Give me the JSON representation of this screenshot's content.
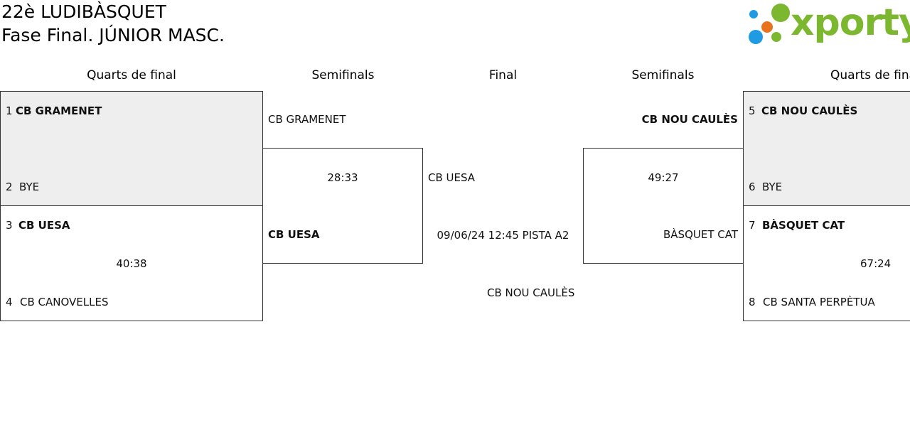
{
  "header": {
    "title_line1": "22è LUDIBÀSQUET",
    "title_line2": "Fase Final. JÚNIOR MASC."
  },
  "logo": {
    "text": "xporty",
    "colors": {
      "green": "#7cb82f",
      "blue": "#1e9be3",
      "orange": "#e8731c"
    }
  },
  "rounds": {
    "left_quarters": "Quarts de final",
    "left_semis": "Semifinals",
    "final": "Final",
    "right_semis": "Semifinals",
    "right_quarters": "Quarts de final"
  },
  "quarters": [
    {
      "top_seed": "1",
      "top_team": "CB GRAMENET",
      "bottom_seed": "2",
      "bottom_team": "BYE",
      "score": ""
    },
    {
      "top_seed": "3",
      "top_team": "CB UESA",
      "bottom_seed": "4",
      "bottom_team": "CB CANOVELLES",
      "score": "40:38"
    },
    {
      "top_seed": "5",
      "top_team": "CB NOU CAULÈS",
      "bottom_seed": "6",
      "bottom_team": "BYE",
      "score": ""
    },
    {
      "top_seed": "7",
      "top_team": "BÀSQUET CAT",
      "bottom_seed": "8",
      "bottom_team": "CB SANTA PERPÈTUA",
      "score": "67:24"
    }
  ],
  "semis": [
    {
      "top_team": "CB GRAMENET",
      "bottom_team": "CB UESA",
      "score": "28:33"
    },
    {
      "top_team": "CB NOU CAULÈS",
      "bottom_team": "BÀSQUET CAT",
      "score": "49:27"
    }
  ],
  "final": {
    "top_team": "CB UESA",
    "schedule": "09/06/24 12:45 PISTA A2",
    "bottom_team": "CB NOU CAULÈS"
  }
}
